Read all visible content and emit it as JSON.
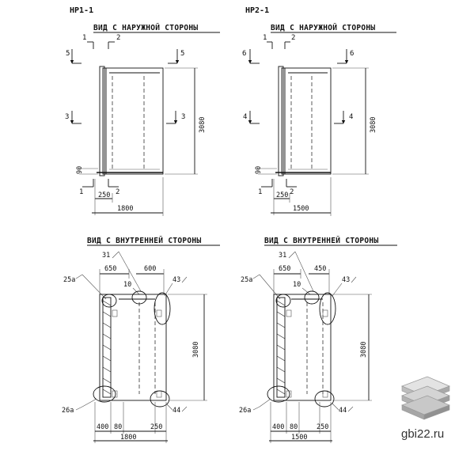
{
  "panels": [
    {
      "code": "НР1-1",
      "outer_heading": "ВИД С НАРУЖНОЙ СТОРОНЫ",
      "outer_sections": {
        "top_left": "1",
        "top_mid": "2",
        "side_upper": "5",
        "side_mid": "3",
        "bottom_left": "1",
        "bottom_mid": "2"
      },
      "outer_dims": {
        "height": "3080",
        "offset": "90",
        "gap": "250",
        "width": "1800"
      },
      "inner_heading": "ВИД С ВНУТРЕННЕЙ СТОРОНЫ",
      "inner_callouts": {
        "c31": "31",
        "c10": "10",
        "c43": "43",
        "c25": "25а",
        "c26": "26а",
        "c44": "44"
      },
      "inner_dims": {
        "top_left": "650",
        "top_right": "600",
        "height": "3080",
        "b1": "400",
        "b2": "80",
        "b3": "250",
        "width": "1800"
      }
    },
    {
      "code": "НР2-1",
      "outer_heading": "ВИД С НАРУЖНОЙ СТОРОНЫ",
      "outer_sections": {
        "top_left": "1",
        "top_mid": "2",
        "side_upper": "6",
        "side_mid": "4",
        "bottom_left": "1",
        "bottom_mid": "2"
      },
      "outer_dims": {
        "height": "3080",
        "offset": "90",
        "gap": "250",
        "width": "1500"
      },
      "inner_heading": "ВИД С ВНУТРЕННЕЙ СТОРОНЫ",
      "inner_callouts": {
        "c31": "31",
        "c10": "10",
        "c43": "43",
        "c25": "25а",
        "c26": "26а",
        "c44": "44"
      },
      "inner_dims": {
        "top_left": "650",
        "top_right": "450",
        "height": "3080",
        "b1": "400",
        "b2": "80",
        "b3": "250",
        "width": "1500"
      }
    }
  ],
  "watermark": {
    "text": "gbi22.ru",
    "icon": "stacked-slabs-icon"
  }
}
